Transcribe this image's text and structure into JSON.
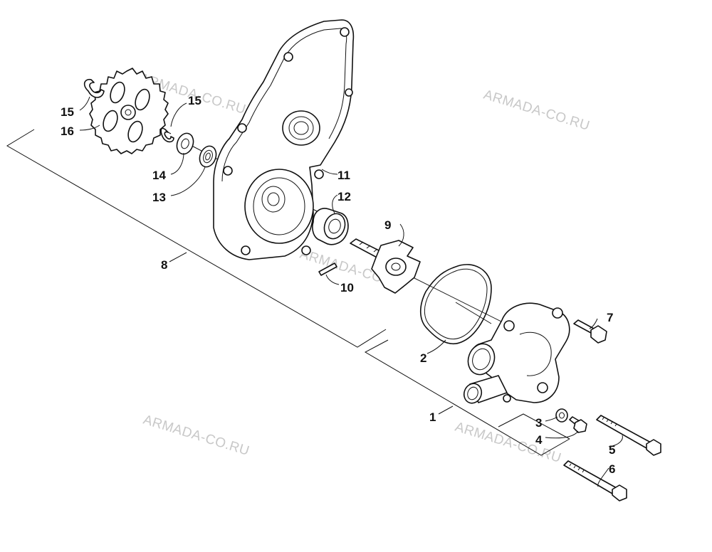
{
  "watermark_text": "ARMADA-CO.RU",
  "labels": {
    "l1": "1",
    "l2": "2",
    "l3": "3",
    "l4": "4",
    "l5": "5",
    "l6": "6",
    "l7": "7",
    "l8": "8",
    "l9": "9",
    "l10": "10",
    "l11": "11",
    "l12": "12",
    "l13": "13",
    "l14": "14",
    "l15a": "15",
    "l15b": "15",
    "l16": "16"
  }
}
